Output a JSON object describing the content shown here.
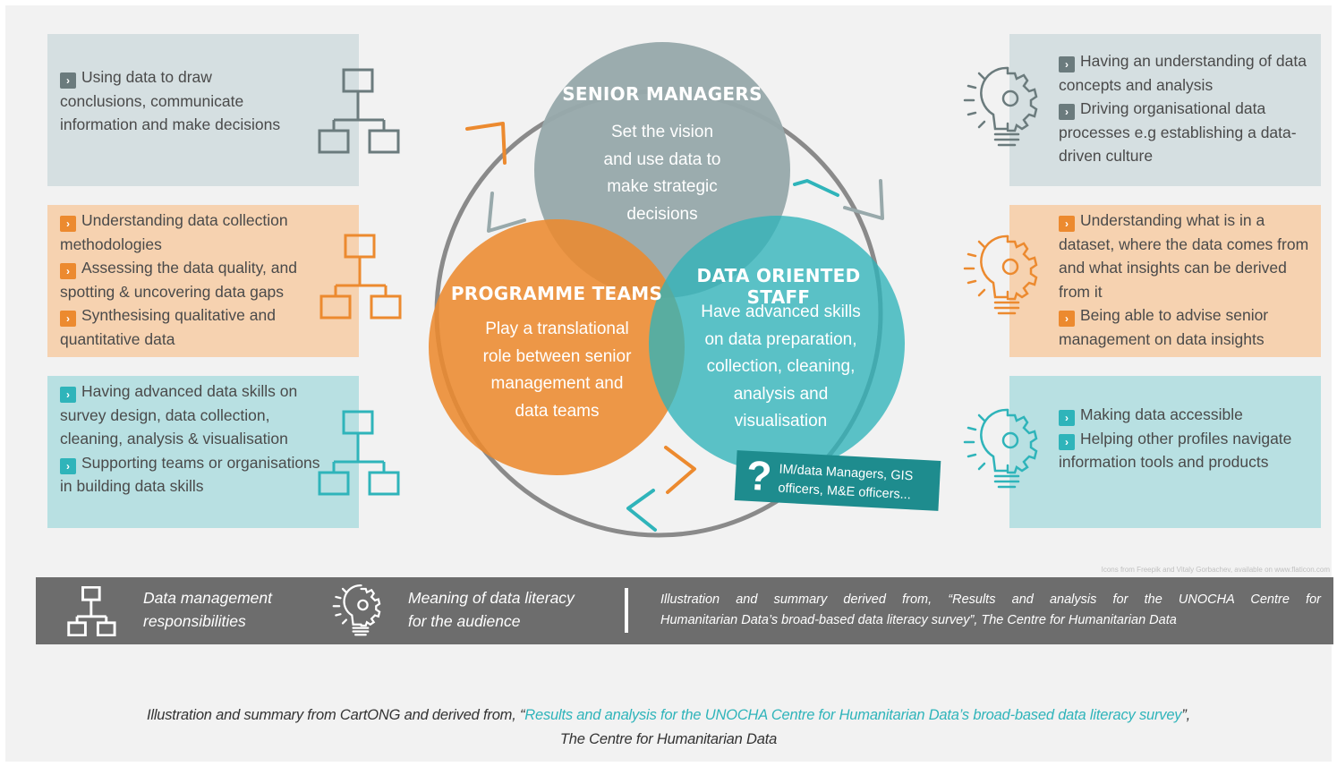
{
  "colors": {
    "grey": "#98a9ab",
    "orange": "#ec8a2f",
    "teal": "#2fb4ba",
    "dark_teal": "#1e8c8e",
    "link": "#2fb4ba",
    "bar": "#6d6d6d"
  },
  "left_panels": [
    {
      "bullets": [
        "Using data to draw conclusions, communicate information and make decisions"
      ]
    },
    {
      "bullets": [
        "Understanding data collection methodologies",
        "Assessing the data quality, and spotting & uncovering data gaps",
        "Synthesising qualitative and quantitative data"
      ]
    },
    {
      "bullets": [
        "Having advanced data skills on survey design, data collection, cleaning, analysis & visualisation",
        "Supporting teams or organisations in building data skills"
      ]
    }
  ],
  "right_panels": [
    {
      "bullets": [
        "Having an understanding of data concepts and analysis",
        "Driving organisational data processes e.g establishing a data-driven culture"
      ]
    },
    {
      "bullets": [
        "Understanding what is in a dataset, where the data comes from and what insights can be derived from it",
        "Being able to advise senior management on data insights"
      ]
    },
    {
      "bullets": [
        "Making data accessible",
        "Helping other profiles navigate information tools and products"
      ]
    }
  ],
  "circles": {
    "senior": {
      "title": "SENIOR MANAGERS",
      "lines": [
        "Set the vision",
        "and use data to",
        "make strategic",
        "decisions"
      ]
    },
    "programme": {
      "title": "PROGRAMME TEAMS",
      "lines": [
        "Play a translational",
        "role between senior",
        "management and",
        "data teams"
      ]
    },
    "data": {
      "title": "DATA ORIENTED STAFF",
      "lines": [
        "Have advanced skills",
        "on data preparation,",
        "collection, cleaning,",
        "analysis and",
        "visualisation"
      ]
    }
  },
  "question_box": {
    "mark": "?",
    "lines": [
      "IM/data Managers, GIS",
      "officers, M&E officers..."
    ]
  },
  "icons_credit": "Icons from Freepik and Vitaly Gorbachev, available on www.flaticon.com",
  "legend": {
    "item1": [
      "Data management",
      "responsibilities"
    ],
    "item2": [
      "Meaning of data literacy",
      "for the audience"
    ],
    "source": [
      "Illustration and summary derived from, “Results and analysis for the UNOCHA Centre for",
      "Humanitarian Data’s broad-based data literacy survey”, The Centre for Humanitarian Data"
    ]
  },
  "caption": {
    "prefix": "Illustration and summary from CartONG and derived from, “",
    "link": "Results and analysis for the UNOCHA Centre for Humanitarian Data’s broad-based data literacy survey",
    "suffix": "”,",
    "line2": "The Centre for Humanitarian Data"
  }
}
